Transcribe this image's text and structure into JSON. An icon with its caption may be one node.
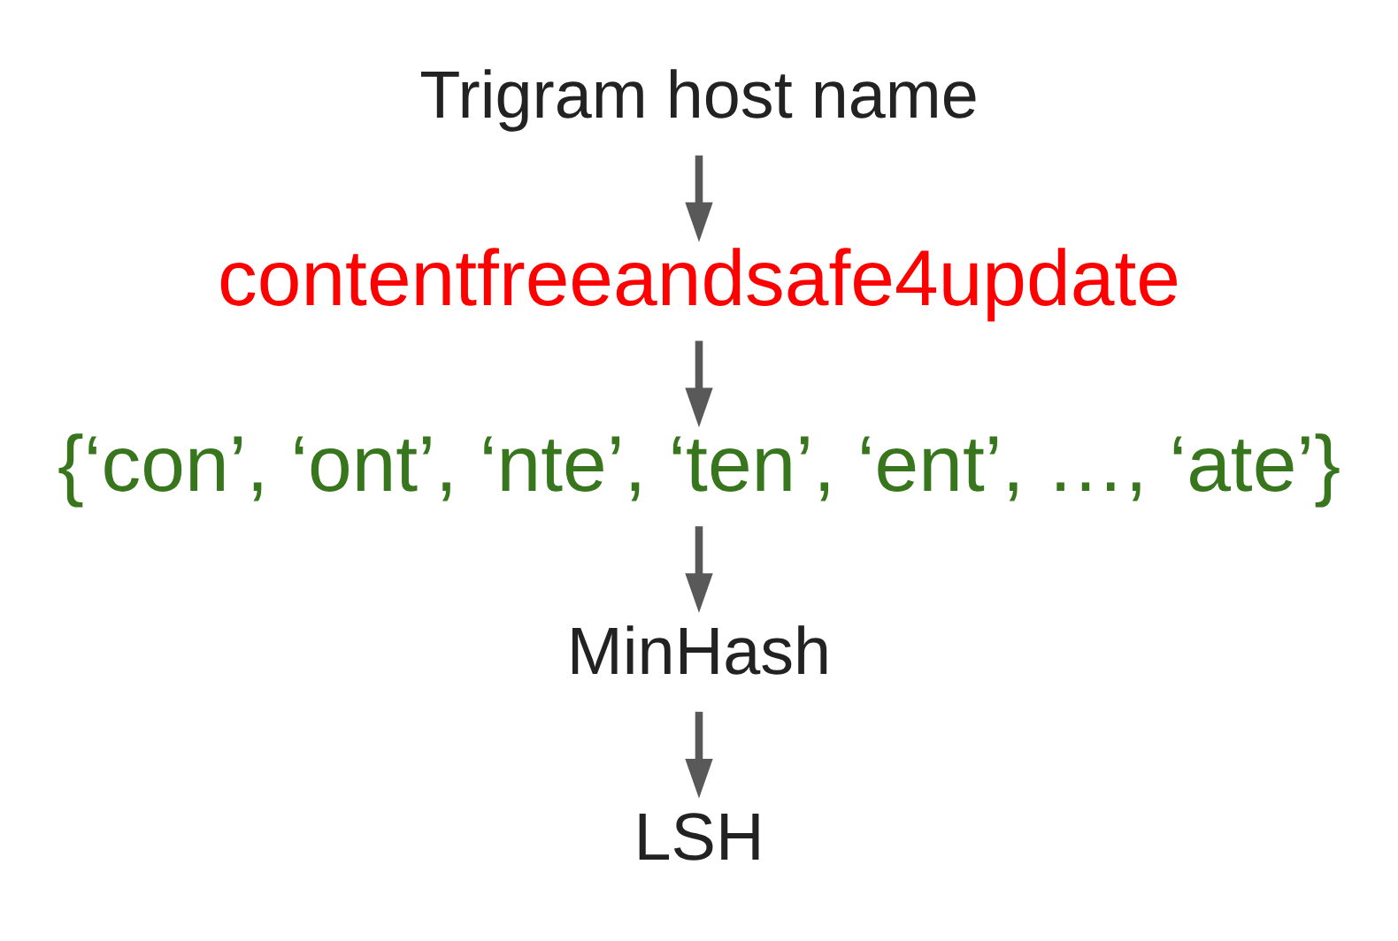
{
  "diagram": {
    "nodes": [
      {
        "text": [
          "Trigram host name"
        ]
      },
      {
        "text": [
          "contentfreeandsafe4update"
        ]
      },
      {
        "text": [
          "{‘con’, ‘ont’, ‘nte’, ‘ten’, ‘ent’, …, ‘ate’}"
        ]
      },
      {
        "text": [
          "MinHash"
        ]
      },
      {
        "text": [
          "LSH"
        ]
      }
    ],
    "edges": [
      {
        "from": 0,
        "to": 1,
        "arrow": "to"
      },
      {
        "from": 1,
        "to": 2,
        "arrow": "to"
      },
      {
        "from": 2,
        "to": 3,
        "arrow": "to"
      },
      {
        "from": 3,
        "to": 4,
        "arrow": "to"
      }
    ]
  }
}
